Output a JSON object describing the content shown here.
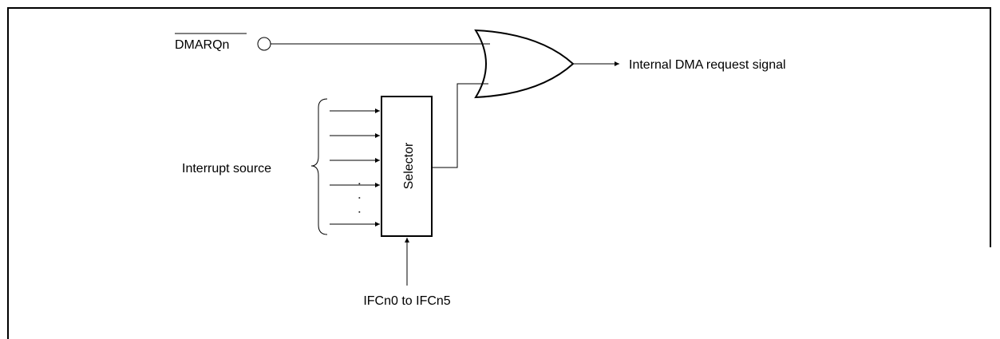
{
  "diagram": {
    "dmarq_label": "DMARQn",
    "output_label": "Internal DMA request signal",
    "interrupt_label": "Interrupt source",
    "selector_label": "Selector",
    "control_label": "IFCn0 to IFCn5",
    "vertical_ellipsis": "· · ·"
  }
}
